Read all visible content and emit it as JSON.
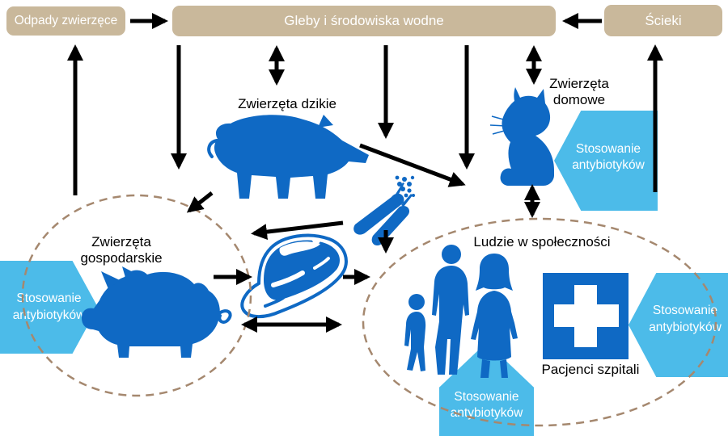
{
  "title": "Diagram obiegu antybiotyków i oporności w środowisku (One Health)",
  "colors": {
    "tan_box": "#C9B89B",
    "silhouette_blue": "#0F69C4",
    "antibiotic_box_blue": "#4CBBE9",
    "dashed_boundary": "#A5886F",
    "arrow": "#000000",
    "box_text": "#FFFFFF",
    "label_text": "#000000"
  },
  "boxes": {
    "animal_waste": "Odpady zwierzęce",
    "soil_water": "Gleby i środowiska wodne",
    "sewage": "Ścieki"
  },
  "labels": {
    "wild_animals": "Zwierzęta dzikie",
    "domestic_animals": "Zwierzęta domowe",
    "farm_animals": "Zwierzęta gospodarskie",
    "community": "Ludzie w społeczności",
    "hospital_patients": "Pacjenci szpitali"
  },
  "antibiotic_use_label": "Stosowanie antybiotyków",
  "icons": [
    "boar-icon",
    "pig-icon",
    "cat-icon",
    "family-icon",
    "carrots-icon",
    "meat-icon",
    "hospital-cross-icon"
  ]
}
